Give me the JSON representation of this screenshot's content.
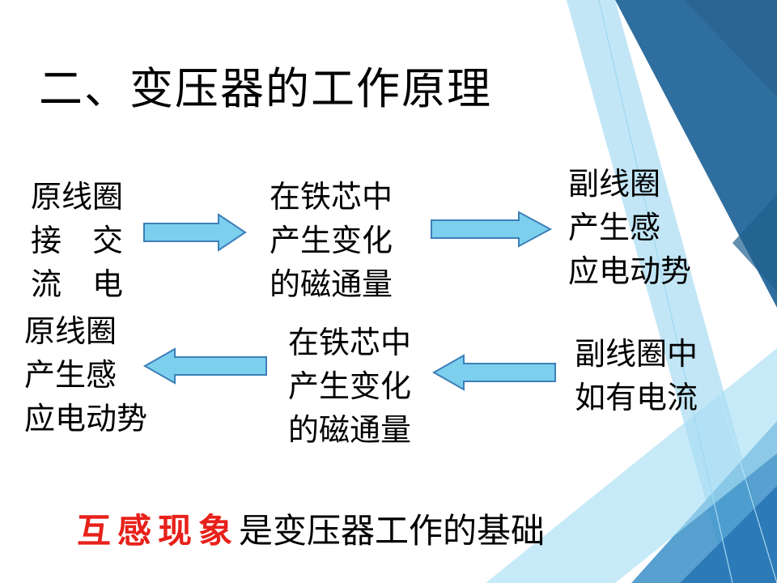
{
  "slide": {
    "title": "二、变压器的工作原理",
    "row1": {
      "left": [
        "原线圈",
        "接　交",
        "流　电"
      ],
      "middle": [
        "在铁芯中",
        "产生变化",
        "的磁通量"
      ],
      "right": [
        "副线圈",
        "产生感",
        "应电动势"
      ]
    },
    "row2": {
      "left": [
        "原线圈",
        "产生感",
        "应电动势"
      ],
      "middle": [
        "在铁芯中",
        "产生变化",
        "的磁通量"
      ],
      "right": [
        "副线圈中",
        "如有电流"
      ]
    },
    "footer": {
      "highlight": "互感现象",
      "rest": "是变压器工作的基础"
    }
  },
  "colors": {
    "arrow_fill": "#7dcfee",
    "arrow_stroke": "#3d7fb8",
    "highlight": "#e8201a",
    "deco_dark": "#2d6a99",
    "deco_mid": "#3f8fc6",
    "deco_light": "#8fd2ef"
  }
}
